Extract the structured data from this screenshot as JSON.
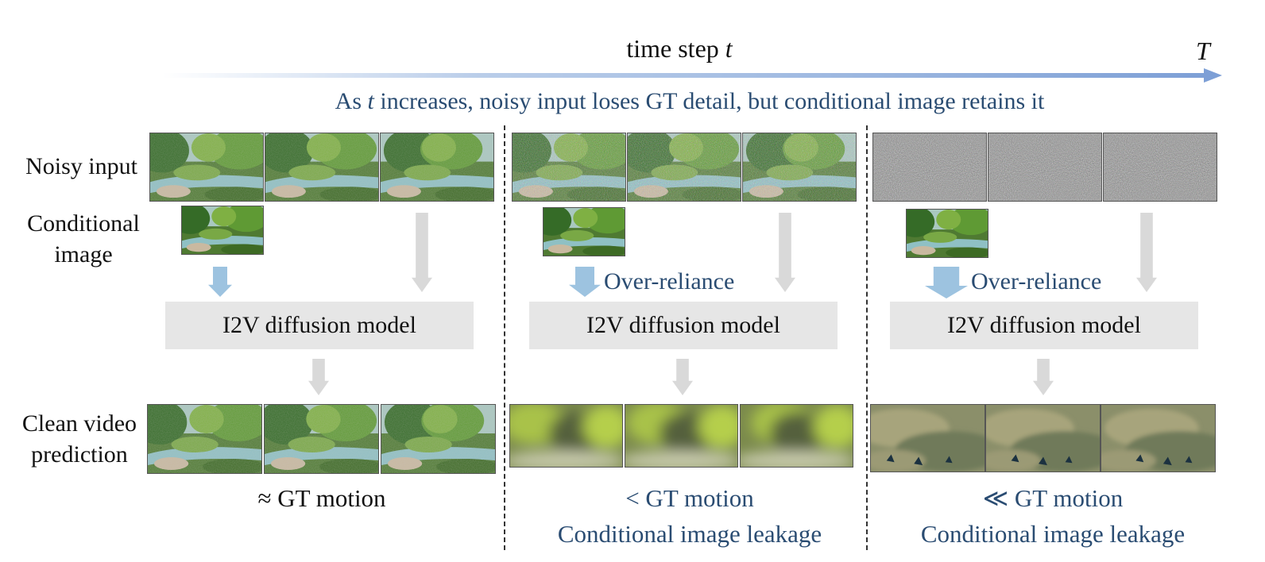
{
  "header": {
    "axis_label_prefix": "time step",
    "axis_var": "t",
    "axis_end": "T",
    "subtitle_prefix": "As",
    "subtitle_var": "t",
    "subtitle_rest": "increases, noisy input loses GT detail, but conditional image retains it"
  },
  "row_labels": {
    "noisy_input": "Noisy input",
    "conditional_1": "Conditional",
    "conditional_2": "image",
    "clean_1": "Clean video",
    "clean_2": "prediction"
  },
  "panels": [
    {
      "model_label": "I2V diffusion model",
      "reliance_label": "",
      "result_line1": "≈ GT motion",
      "result_line2": "",
      "noise_level": "low"
    },
    {
      "model_label": "I2V diffusion model",
      "reliance_label": "Over-reliance",
      "result_line1": "< GT motion",
      "result_line2": "Conditional image leakage",
      "noise_level": "medium"
    },
    {
      "model_label": "I2V diffusion model",
      "reliance_label": "Over-reliance",
      "result_line1": "≪ GT motion",
      "result_line2": "Conditional image leakage",
      "noise_level": "high"
    }
  ],
  "colors": {
    "text_blue": "#2a4c72",
    "arrow_blue": "#9dc3e0",
    "arrow_gray": "#d9d9d9",
    "box_gray": "#e6e6e6"
  }
}
